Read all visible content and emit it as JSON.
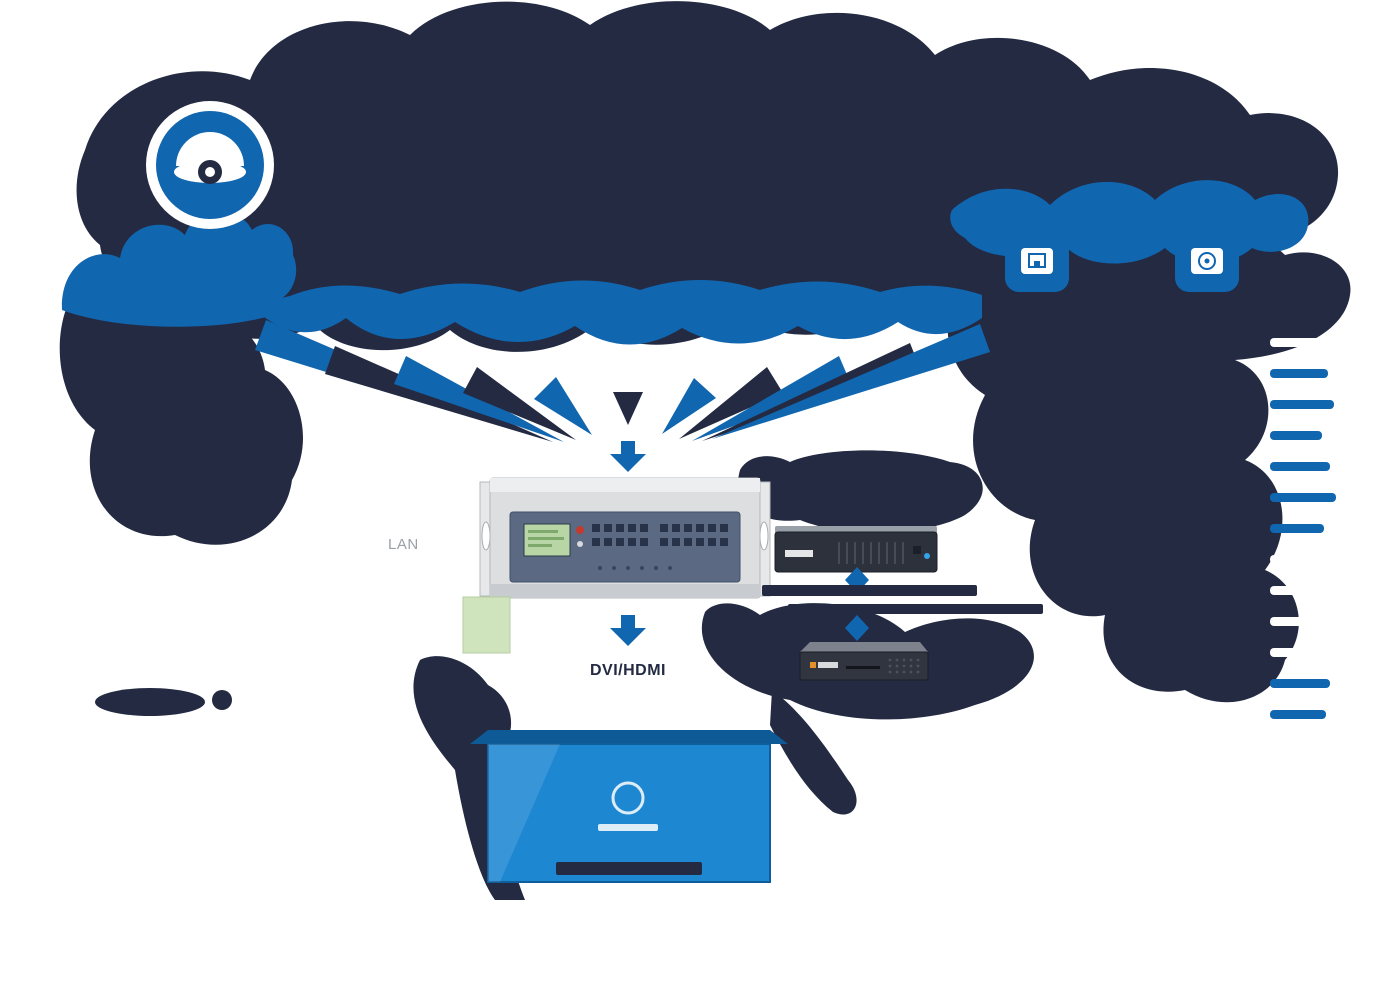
{
  "labels": {
    "lan": "LAN",
    "dvi_hdmi": "DVI/HDMI"
  },
  "colors": {
    "primary_blue": "#1166b0",
    "dark_navy": "#232a42",
    "screen_blue": "#1d87d2",
    "screen_edge": "#0d5a97",
    "lcd_green": "#b7d5a5",
    "chassis_gray": "#dcdee0",
    "panel_slate": "#5b6a82",
    "rack_dark": "#2c313c",
    "desktop_dark": "#30353f",
    "accent_green": "#cfe3bd",
    "led_blue": "#35a3e8"
  },
  "icons": [
    {
      "name": "dome-camera-icon"
    },
    {
      "name": "network-port-icon"
    },
    {
      "name": "disc-icon"
    },
    {
      "name": "down-arrow-icon"
    },
    {
      "name": "diamond-connector-icon"
    }
  ],
  "devices": [
    {
      "name": "video-wall-controller"
    },
    {
      "name": "rack-decoder"
    },
    {
      "name": "desktop-decoder"
    },
    {
      "name": "display-screen"
    }
  ]
}
